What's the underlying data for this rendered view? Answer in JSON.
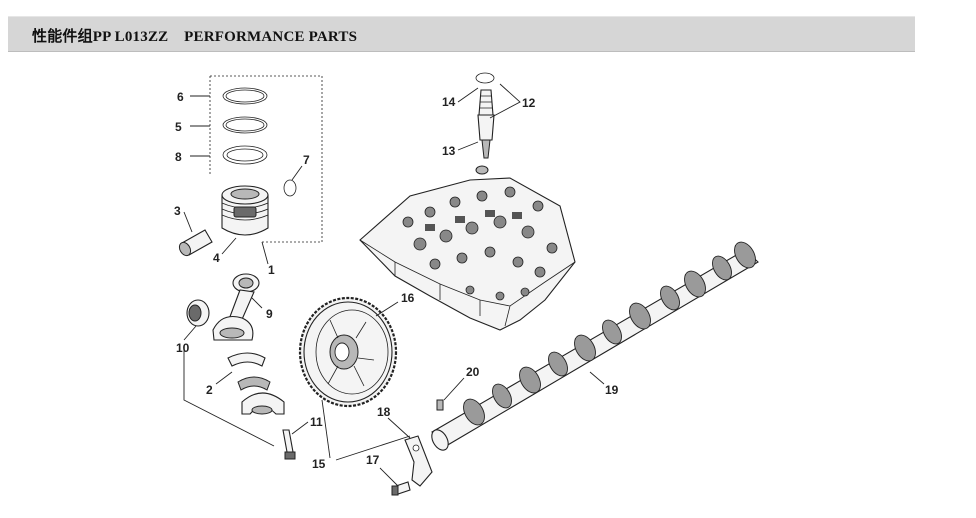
{
  "header": {
    "title": "性能件组PP L013ZZ    PERFORMANCE PARTS"
  },
  "diagram": {
    "callouts": [
      {
        "id": "c1",
        "label": "1"
      },
      {
        "id": "c2",
        "label": "2"
      },
      {
        "id": "c3",
        "label": "3"
      },
      {
        "id": "c4",
        "label": "4"
      },
      {
        "id": "c5",
        "label": "5"
      },
      {
        "id": "c6",
        "label": "6"
      },
      {
        "id": "c7",
        "label": "7"
      },
      {
        "id": "c8",
        "label": "8"
      },
      {
        "id": "c9",
        "label": "9"
      },
      {
        "id": "c10",
        "label": "10"
      },
      {
        "id": "c11",
        "label": "11"
      },
      {
        "id": "c12",
        "label": "12"
      },
      {
        "id": "c13",
        "label": "13"
      },
      {
        "id": "c14",
        "label": "14"
      },
      {
        "id": "c15",
        "label": "15"
      },
      {
        "id": "c16",
        "label": "16"
      },
      {
        "id": "c17",
        "label": "17"
      },
      {
        "id": "c18",
        "label": "18"
      },
      {
        "id": "c19",
        "label": "19"
      },
      {
        "id": "c20",
        "label": "20"
      }
    ]
  }
}
